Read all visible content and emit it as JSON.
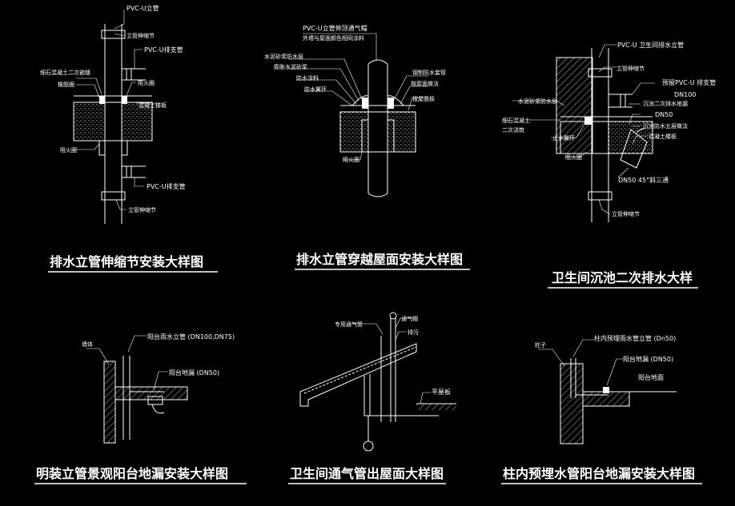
{
  "details": [
    {
      "title": "排水立管伸缩节安装大样图",
      "labels": {
        "top_pipe": "PVC-U立管",
        "expansion_joint": "立管伸缩节",
        "branch_pipe": "PVC-U排支管",
        "fine_concrete": "细石混凝土二次嵌缝",
        "water_stop_ring": "橡胶圈",
        "fire_ring": "阻火圈",
        "slab": "混凝土楼板",
        "fire_ring_lower": "阻火圈",
        "branch_pipe_lower": "PVC-U排支管",
        "expansion_joint_lower": "立管伸缩节"
      }
    },
    {
      "title": "排水立管穿越屋面安装大样图",
      "labels": {
        "vent_pipe": "PVC-U立管伸顶通气帽",
        "paint_note": "外墙与屋面颜色相同涂料",
        "waterproof_layer": "水泥砂浆防水层",
        "mortar": "膨胀水泥砂浆",
        "waterproof_coat": "防水涂料",
        "ring": "防水翼环",
        "steel_sleeve": "钢制防水套管",
        "roof_layer": "按屋面做法",
        "slab": "按屋面板",
        "fire_ring": "阻火圈"
      }
    },
    {
      "title": "卫生间沉池二次排水大样",
      "labels": {
        "pipe": "PVC-U 卫生间排水立管",
        "joint": "立管伸缩节",
        "mortar_waterproof": "水泥砂浆防水层",
        "branch": "预留PVC-U 排支管",
        "dn100": "DN100",
        "floor_drain": "沉池二次排水地漏",
        "dn50": "DN50",
        "sunk_waterproof": "沉池防水五层做法",
        "fine_concrete": "细石混凝土",
        "second_pour": "二次浇筑",
        "water_stop": "止水翼环",
        "slab": "混凝土楼板",
        "fire_ring": "阻火圈",
        "tee": "DN50 45°斜三通",
        "joint_lower": "立管伸缩节"
      }
    },
    {
      "title": "明装立管景观阳台地漏安装大样图",
      "labels": {
        "wall": "墙体",
        "rain_pipe": "阳台雨水立管 (DN100,DN75)",
        "floor_drain": "阳台地漏 (DN50)"
      }
    },
    {
      "title": "卫生间通气管出屋面大样图",
      "labels": {
        "special_vent": "专用通气管",
        "vent_cap": "通气帽",
        "vent": "排污",
        "slab": "平屋板"
      }
    },
    {
      "title": "柱内预埋水管阳台地漏安装大样图",
      "labels": {
        "column": "柱子",
        "embedded_pipe": "柱内预埋雨水管立管 (Dn50)",
        "floor_drain": "阳台地漏 (DN50)",
        "balcony_floor": "阳台地面"
      }
    }
  ]
}
